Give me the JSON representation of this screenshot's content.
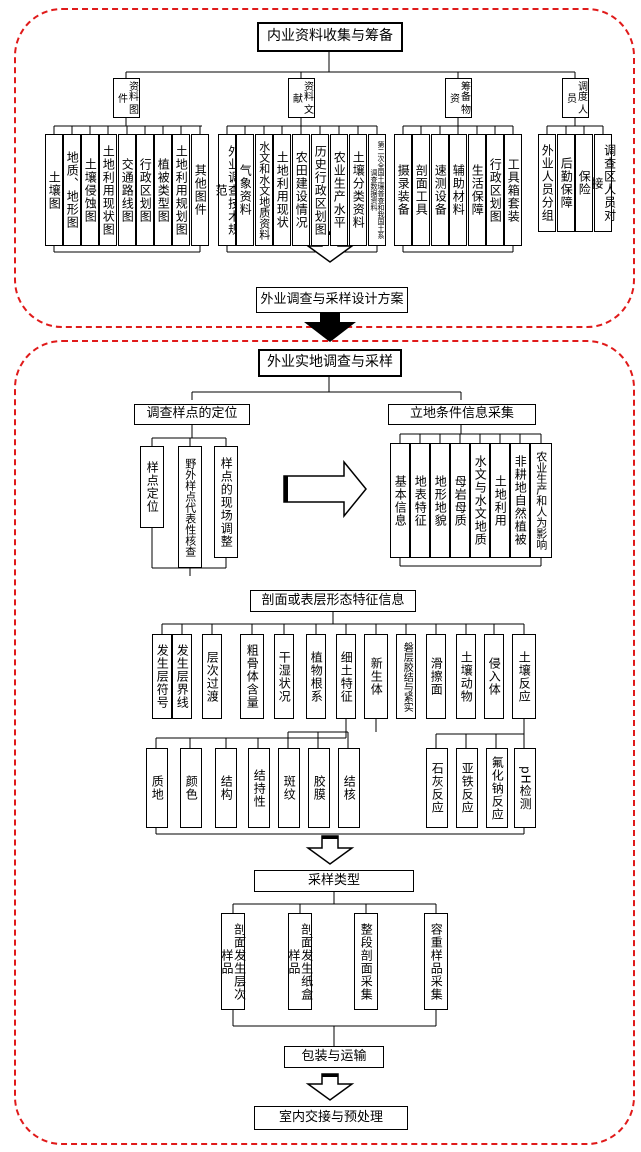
{
  "colors": {
    "dashed_border": "#e01a1a",
    "line": "#000000"
  },
  "top": {
    "title": "内业资料收集与筹备",
    "groups": [
      {
        "label": "资料 图件"
      },
      {
        "label": "资料 文献"
      },
      {
        "label": "筹备 物资"
      },
      {
        "label": "调度 人员"
      }
    ],
    "maps": [
      "土壤图",
      "地质、地形图",
      "土壤侵蚀图",
      "土地利用现状图",
      "交通路线图",
      "行政区划图",
      "植被类型图",
      "土地利用规划图",
      "其他图件"
    ],
    "docs": [
      "外业调查技术规范",
      "气象资料",
      "水文和水文地质资料",
      "土地利用现状",
      "农田建设情况",
      "历史行政区划图",
      "农业生产水平",
      "土壤分类资料",
      "第二次全国土壤普查和我国土系调查数据资料"
    ],
    "supplies": [
      "摄录装备",
      "剖面工具",
      "速测设备",
      "辅助材料",
      "生活保障",
      "行政区划图",
      "工具箱套装"
    ],
    "people": [
      "外业人员分组",
      "后勤保障",
      "保险",
      "调查区人员对接"
    ],
    "plan": "外业调查与采样设计方案"
  },
  "bottom": {
    "title": "外业实地调查与采样",
    "locate": {
      "title": "调查样点的定位",
      "items": [
        "样点定位",
        "野外样点代表性核查",
        "样点的现场调整"
      ]
    },
    "site": {
      "title": "立地条件信息采集",
      "items": [
        "基本信息",
        "地表特征",
        "地形地貌",
        "母岩母质",
        "水文与水文地质",
        "土地利用",
        "非耕地自然植被",
        "农业生产和人为影响"
      ]
    },
    "profile": {
      "title": "剖面或表层形态特征信息",
      "items": [
        "发生层符号",
        "发生层界线",
        "层次过渡",
        "粗骨体含量",
        "干湿状况",
        "植物根系",
        "细土特征",
        "新生体",
        "磐层胶结与紧实",
        "滑擦面",
        "土壤动物",
        "侵入体",
        "土壤反应"
      ],
      "fine_soil": [
        "质地",
        "颜色",
        "结构",
        "结持性"
      ],
      "new_body": [
        "斑纹",
        "胶膜",
        "结核"
      ],
      "reaction": [
        "石灰反应",
        "亚铁反应",
        "氟化钠反应",
        "pH检测"
      ]
    },
    "sampling": {
      "title": "采样类型",
      "items": [
        "剖面发生层次样品",
        "剖面发生纸盒样品",
        "整段剖面采集",
        "容重样品采集"
      ]
    },
    "pack": "包装与运输",
    "lab": "室内交接与预处理"
  }
}
